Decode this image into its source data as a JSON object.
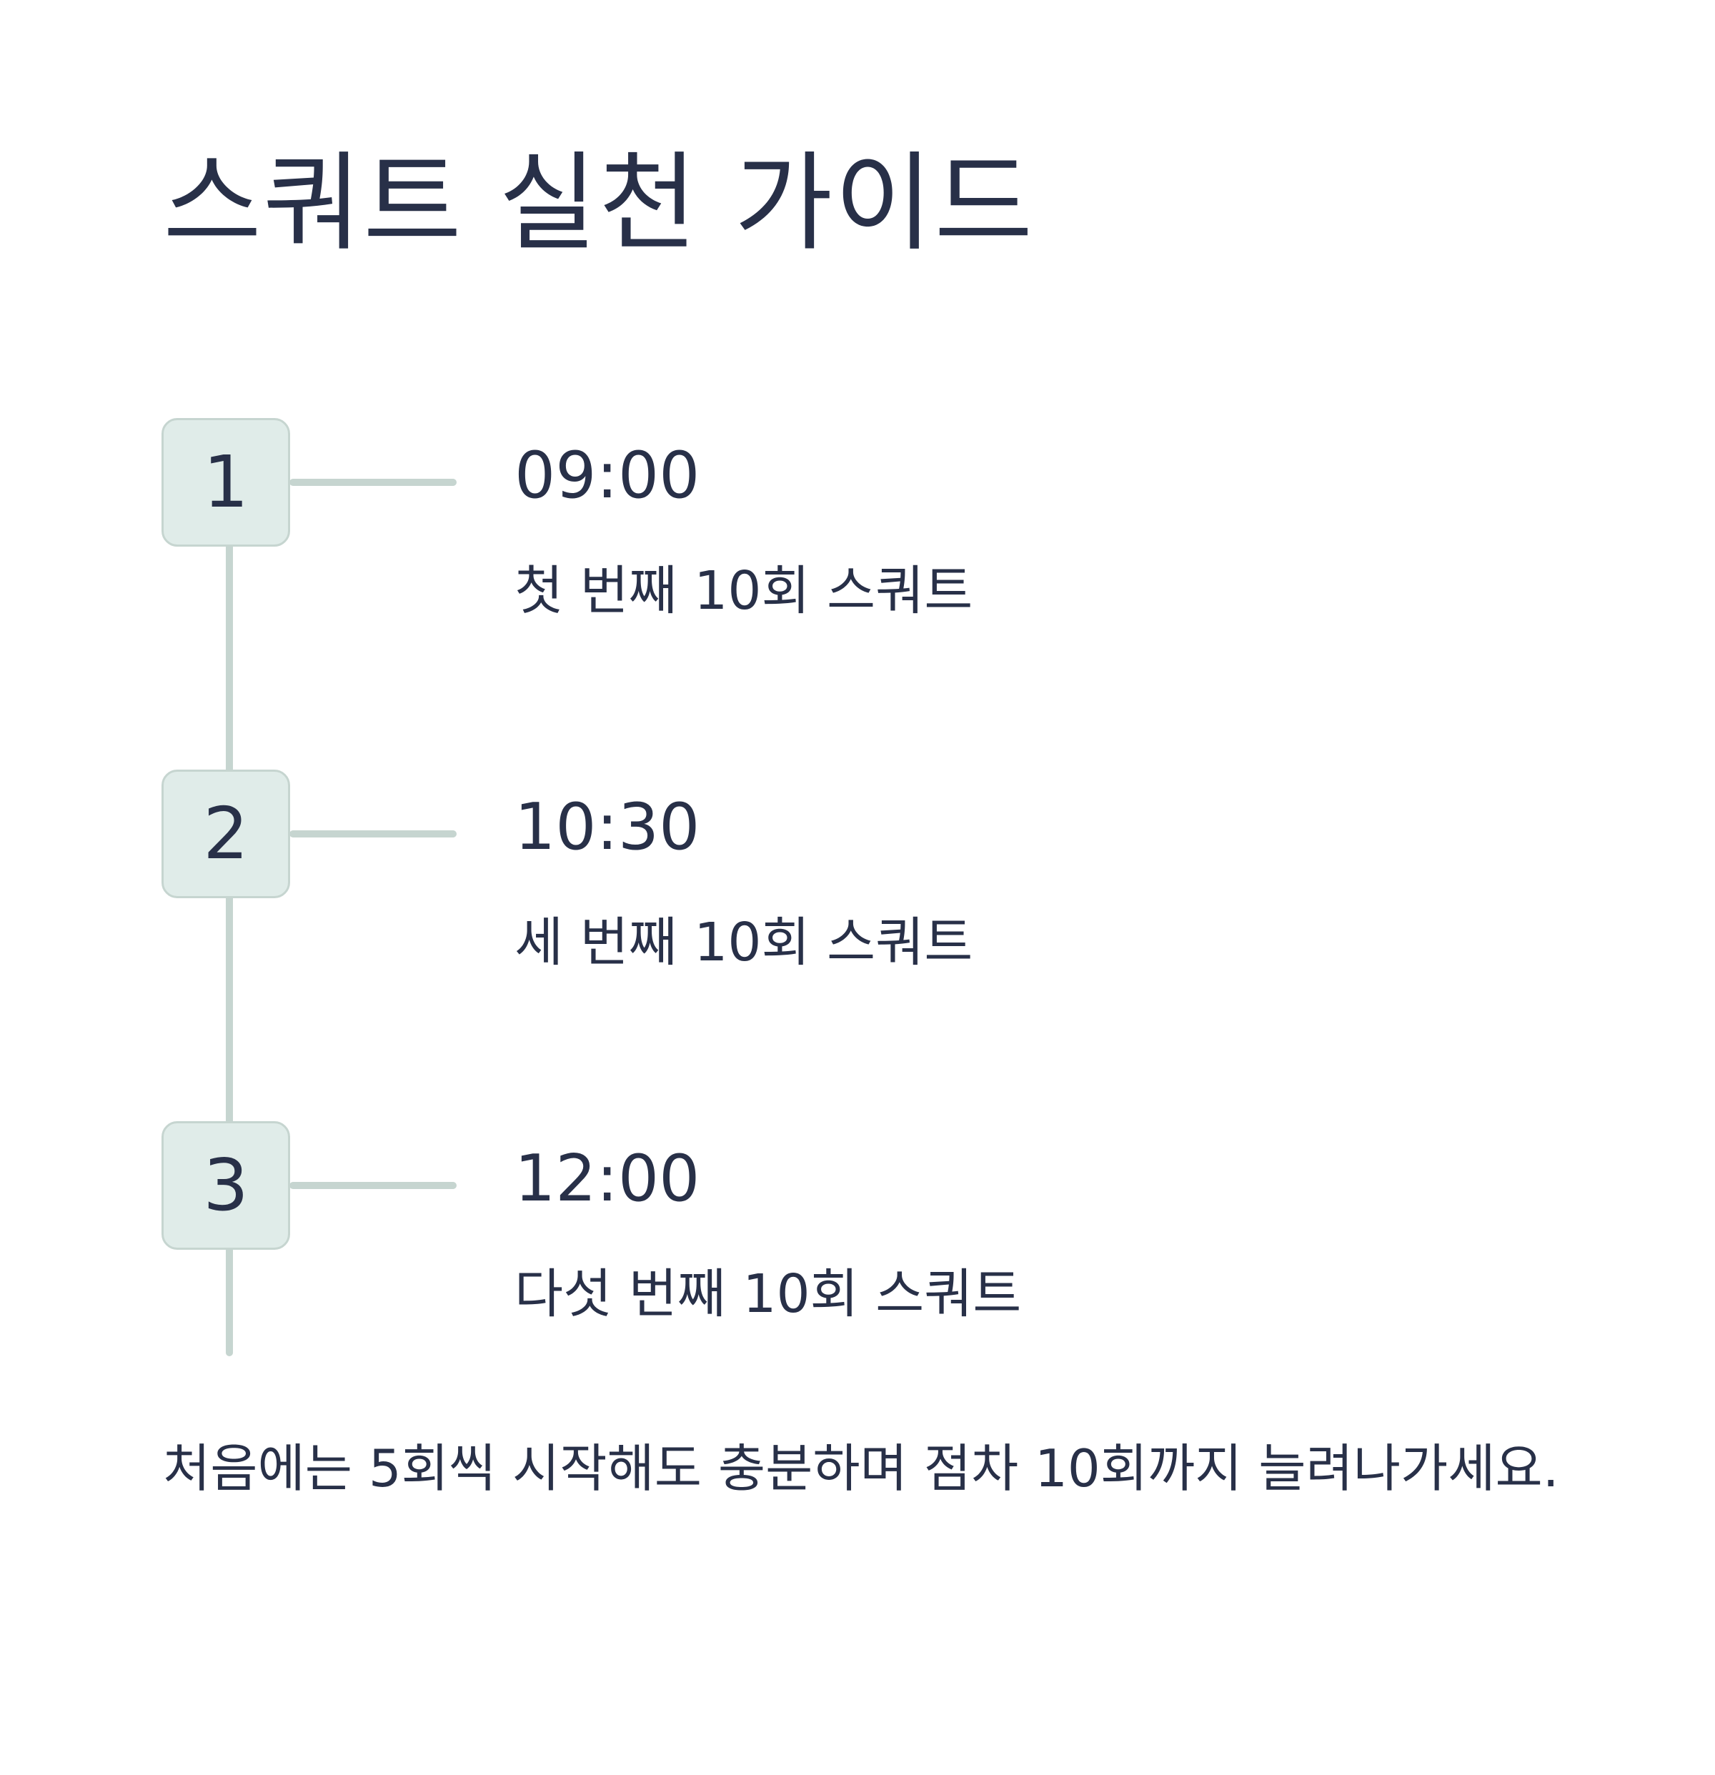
{
  "page": {
    "title": "스쿼트 실천 가이드"
  },
  "steps": [
    {
      "number": "1",
      "time": "09:00",
      "description": "첫 번째 10회 스쿼트"
    },
    {
      "number": "2",
      "time": "10:30",
      "description": "세 번째 10회 스쿼트"
    },
    {
      "number": "3",
      "time": "12:00",
      "description": "다섯 번째 10회 스쿼트"
    }
  ],
  "footnote": "처음에는 5회씩 시작해도 충분하며 점차 10회까지 늘려나가세요.",
  "colors": {
    "text": "#283048",
    "badge_fill": "#e0ece9",
    "line": "#c6d5d0",
    "background": "#ffffff"
  }
}
